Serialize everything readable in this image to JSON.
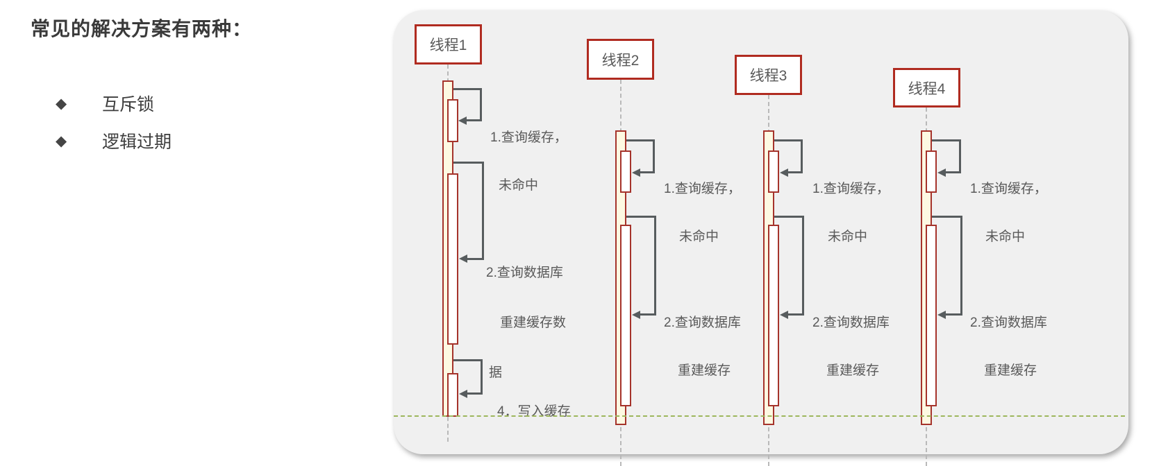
{
  "left_panel": {
    "title": "常见的解决方案有两种：",
    "bullets": [
      {
        "marker": "◆",
        "label": "互斥锁"
      },
      {
        "marker": "◆",
        "label": "逻辑过期"
      }
    ]
  },
  "diagram": {
    "threads": [
      {
        "label": "线程1",
        "messages": [
          {
            "lines": [
              "1.查询缓存，",
              "未命中"
            ]
          },
          {
            "lines": [
              "2.查询数据库",
              "重建缓存数",
              "据"
            ]
          },
          {
            "lines": [
              "4．写入缓存"
            ]
          }
        ]
      },
      {
        "label": "线程2",
        "messages": [
          {
            "lines": [
              "1.查询缓存，",
              "未命中"
            ]
          },
          {
            "lines": [
              "2.查询数据库",
              "重建缓存"
            ]
          }
        ]
      },
      {
        "label": "线程3",
        "messages": [
          {
            "lines": [
              "1.查询缓存，",
              "未命中"
            ]
          },
          {
            "lines": [
              "2.查询数据库",
              "重建缓存"
            ]
          }
        ]
      },
      {
        "label": "线程4",
        "messages": [
          {
            "lines": [
              "1.查询缓存，",
              "未命中"
            ]
          },
          {
            "lines": [
              "2.查询数据库",
              "重建缓存"
            ]
          }
        ]
      }
    ]
  },
  "colors": {
    "panel_bg": "#f0f0f0",
    "box_border": "#b02b20",
    "bar_border": "#a5332b",
    "bar_fill": "#fdf9e2",
    "annotation_text": "#595959",
    "arrow_gray": "#575c5e",
    "lifeline_gray": "#b9b9b9",
    "timeline_green": "#9cb65b"
  }
}
